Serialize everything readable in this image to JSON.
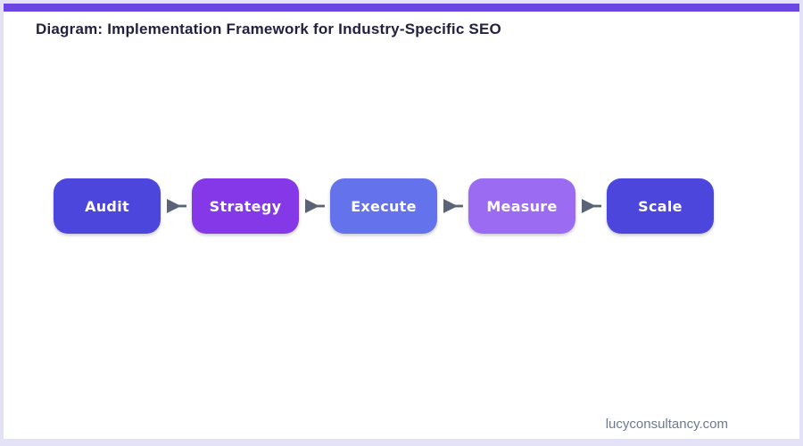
{
  "header": {
    "title": "Diagram: Implementation Framework for Industry-Specific SEO"
  },
  "flow": {
    "steps": [
      {
        "label": "Audit",
        "color": "#4c46dd"
      },
      {
        "label": "Strategy",
        "color": "#8438e8"
      },
      {
        "label": "Execute",
        "color": "#6472ec"
      },
      {
        "label": "Measure",
        "color": "#9b6cf2"
      },
      {
        "label": "Scale",
        "color": "#4c46dd"
      }
    ],
    "connector_icon": "arrow-right-icon"
  },
  "footer": {
    "website": "lucyconsultancy.com"
  },
  "colors": {
    "accent_bar": "#6a46e2",
    "frame": "#e3e2f7",
    "card": "#ffffff",
    "title_text": "#232142",
    "step_text": "#ffffff",
    "arrow": "#5b6377",
    "footer_text": "#6e7990"
  }
}
